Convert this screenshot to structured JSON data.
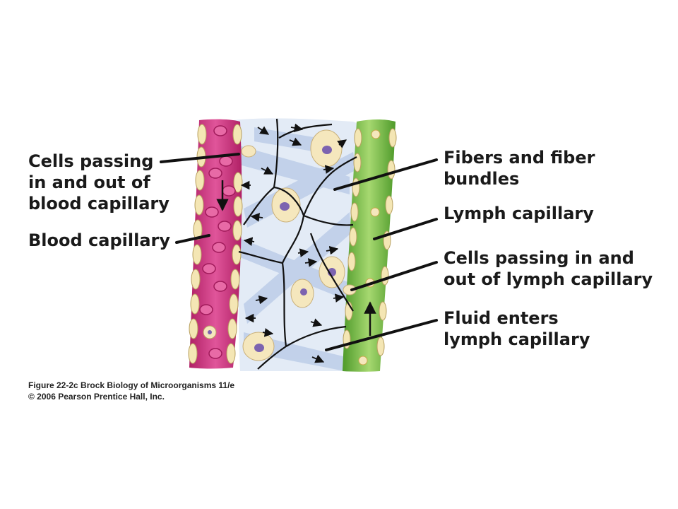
{
  "labels": {
    "cells_blood_l1": "Cells passing",
    "cells_blood_l2": "in and out of",
    "cells_blood_l3": "blood capillary",
    "blood_capillary": "Blood capillary",
    "fibers_l1": "Fibers and fiber",
    "fibers_l2": "bundles",
    "lymph_capillary": "Lymph capillary",
    "cells_lymph_l1": "Cells passing in and",
    "cells_lymph_l2": "out of lymph capillary",
    "fluid_l1": "Fluid enters",
    "fluid_l2": "lymph capillary"
  },
  "caption": {
    "line1": "Figure 22-2c  Brock Biology of Microorganisms 11/e",
    "line2": "© 2006 Pearson Prentice Hall, Inc."
  },
  "colors": {
    "blood": "#d13a7c",
    "lymph": "#79bb3f",
    "tissue": "#dde6f3",
    "fiber_bundles": "#b9cbe8",
    "cell": "#f5e7bd",
    "nucleus": "#7c63b0"
  }
}
